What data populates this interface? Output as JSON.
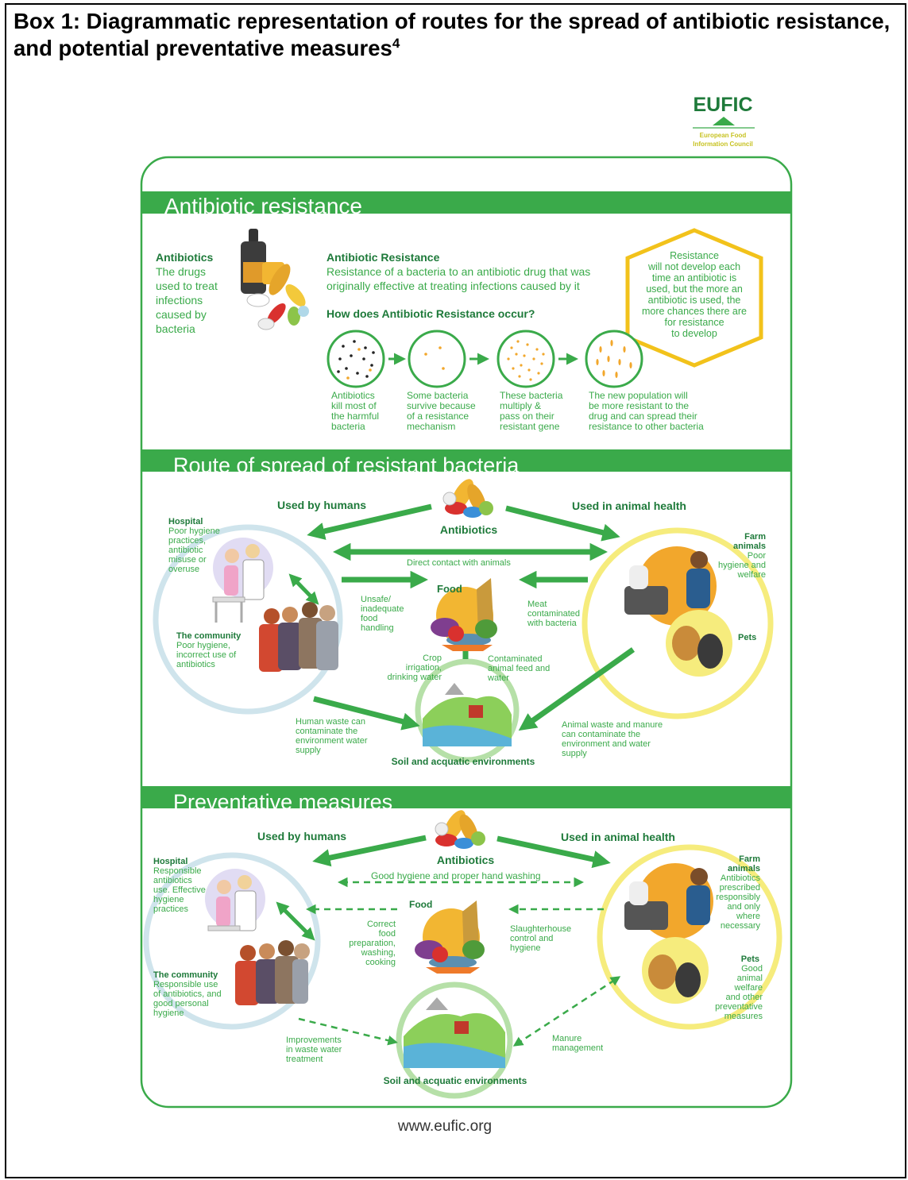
{
  "title": {
    "main": "Box 1: Diagrammatic representation of routes for the spread of antibiotic resistance, and potential preventative measures",
    "superscript": "4"
  },
  "logo": {
    "name": "EUFIC",
    "line1": "European Food",
    "line2": "Information Council",
    "icon": "pyramid-logo-icon"
  },
  "colors": {
    "green": "#3aaa4a",
    "dark_green": "#1e7a3a",
    "light_blue": "#cfe4ec",
    "yellow": "#f6ec7d",
    "hex_yellow": "#f2c21b",
    "orange": "#f2a72c"
  },
  "section1": {
    "header": "Antibiotic resistance",
    "antibiotics": {
      "heading": "Antibiotics",
      "lines": [
        "The drugs",
        "used to treat",
        "infections",
        "caused by",
        "bacteria"
      ]
    },
    "resistance": {
      "heading": "Antibiotic Resistance",
      "lines": [
        "Resistance of a bacteria to an antibiotic drug that was",
        "originally effective at treating infections caused by it"
      ]
    },
    "how_heading": "How does Antibiotic Resistance occur?",
    "hexagon_lines": [
      "Resistance",
      "will not develop each",
      "time an antibiotic is",
      "used, but the more an",
      "antibiotic is used, the",
      "more chances there are",
      "for resistance",
      "to develop"
    ],
    "steps": [
      {
        "lines": [
          "Antibiotics",
          "kill most of",
          "the harmful",
          "bacteria"
        ]
      },
      {
        "lines": [
          "Some bacteria",
          "survive because",
          "of a resistance",
          "mechanism"
        ]
      },
      {
        "lines": [
          "These bacteria",
          "multiply &",
          "pass on their",
          "resistant gene"
        ]
      },
      {
        "lines": [
          "The new population will",
          "be more resistant to the",
          "drug and can spread their",
          "resistance to other bacteria"
        ]
      }
    ]
  },
  "section2": {
    "header": "Route of spread of resistant bacteria",
    "used_by_humans": "Used by humans",
    "used_in_animal_health": "Used in animal health",
    "antibiotics": "Antibiotics",
    "hospital": {
      "heading": "Hospital",
      "lines": [
        "Poor hygiene",
        "practices,",
        "antibiotic",
        "misuse or",
        "overuse"
      ]
    },
    "community": {
      "heading": "The community",
      "lines": [
        "Poor hygiene,",
        "incorrect use of",
        "antibiotics"
      ]
    },
    "direct_contact": "Direct contact with animals",
    "food": "Food",
    "unsafe_lines": [
      "Unsafe/",
      "inadequate",
      "food",
      "handling"
    ],
    "meat_lines": [
      "Meat",
      "contaminated",
      "with bacteria"
    ],
    "farm": {
      "heading_lines": [
        "Farm",
        "animals"
      ],
      "lines": [
        "Poor",
        "hygiene and",
        "welfare"
      ]
    },
    "pets": "Pets",
    "crop_lines": [
      "Crop",
      "irrigation,",
      "drinking water"
    ],
    "feed_lines": [
      "Contaminated",
      "animal feed and",
      "water"
    ],
    "human_waste_lines": [
      "Human waste can",
      "contaminate the",
      "environment water",
      "supply"
    ],
    "animal_waste_lines": [
      "Animal waste  and manure",
      "can contaminate the",
      "environment and water",
      "supply"
    ],
    "soil": "Soil and acquatic environments"
  },
  "section3": {
    "header": "Preventative measures",
    "used_by_humans": "Used by humans",
    "used_in_animal_health": "Used in animal health",
    "antibiotics": "Antibiotics",
    "hygiene": "Good hygiene and  proper hand washing",
    "hospital": {
      "heading": "Hospital",
      "lines": [
        "Responsible",
        "antibiotics",
        "use. Effective",
        "hygiene",
        "practices"
      ]
    },
    "community": {
      "heading": "The community",
      "lines": [
        "Responsible use",
        "of antibiotics, and",
        "good personal",
        "hygiene"
      ]
    },
    "food": "Food",
    "correct_lines": [
      "Correct",
      "food",
      "preparation,",
      "washing,",
      "cooking"
    ],
    "slaughter_lines": [
      "Slaughterhouse",
      "control and",
      "hygiene"
    ],
    "farm": {
      "heading_lines": [
        "Farm",
        "animals"
      ],
      "lines": [
        "Antibiotics",
        "prescribed",
        "responsibly",
        "and only",
        "where",
        "necessary"
      ]
    },
    "pets": {
      "heading": "Pets",
      "lines": [
        "Good",
        "animal",
        "welfare",
        "and other",
        "preventative",
        "measures"
      ]
    },
    "waste_lines": [
      "Improvements",
      "in  waste water",
      "treatment"
    ],
    "manure_lines": [
      "Manure",
      "management"
    ],
    "soil": "Soil and acquatic environments"
  },
  "website": "www.eufic.org"
}
